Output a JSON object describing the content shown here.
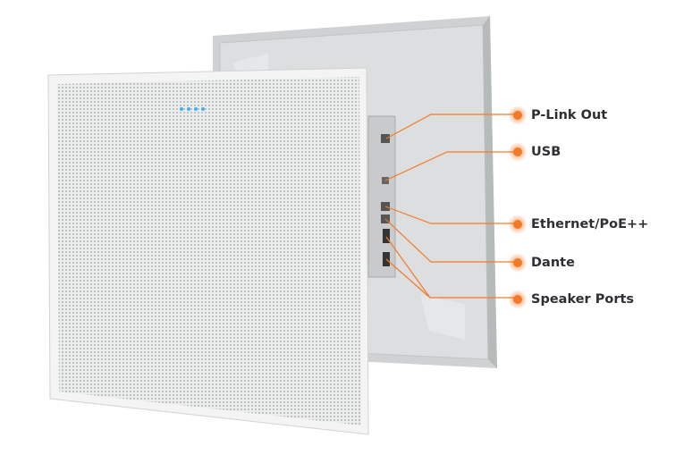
{
  "colors": {
    "accent": "#f47a2a",
    "panel_front": "#e8e9ea",
    "panel_back": "#d6d8d9",
    "led": "#3fb3f0"
  },
  "callouts": [
    {
      "label": "P-Link Out"
    },
    {
      "label": "USB"
    },
    {
      "label": "Ethernet/PoE++"
    },
    {
      "label": "Dante"
    },
    {
      "label": "Speaker Ports"
    }
  ]
}
